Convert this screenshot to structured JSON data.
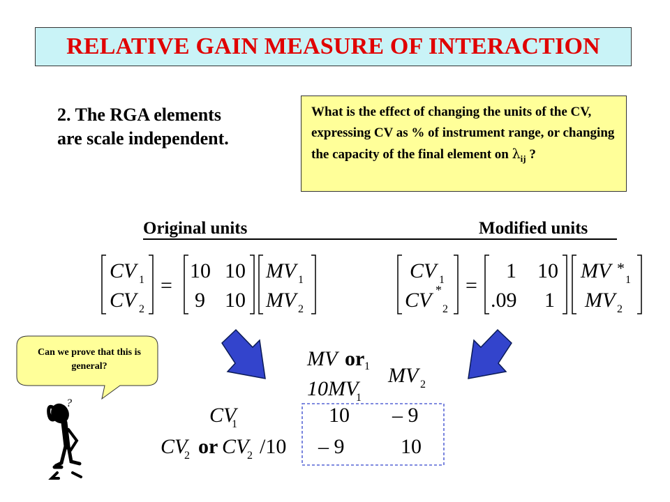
{
  "title": "RELATIVE GAIN MEASURE OF INTERACTION",
  "statement": "2. The RGA elements\nare scale independent.",
  "question": {
    "text": "What is the effect of changing the units of the CV, expressing CV as % of instrument range, or changing the capacity of the final element on",
    "lambda": "λ",
    "subscript": "ij",
    "tail": " ?"
  },
  "headers": {
    "original": "Original units",
    "modified": "Modified units"
  },
  "original_matrix": {
    "lhs": [
      "CV",
      "CV"
    ],
    "lhs_sub": [
      "1",
      "2"
    ],
    "equals": "=",
    "gain": [
      [
        "10",
        "10"
      ],
      [
        "9",
        "10"
      ]
    ],
    "rhs": [
      "MV",
      "MV"
    ],
    "rhs_sub": [
      "1",
      "2"
    ]
  },
  "modified_matrix": {
    "lhs": [
      "CV",
      "CV"
    ],
    "lhs_sub": [
      "1",
      "2"
    ],
    "lhs_star": "*",
    "equals": "=",
    "gain": [
      [
        "1",
        "10"
      ],
      [
        ".09",
        "1"
      ]
    ],
    "rhs": [
      "MV",
      "MV"
    ],
    "rhs_sub": [
      "1",
      "2"
    ],
    "rhs_star": "*"
  },
  "rga": {
    "col1_top": "MV",
    "col1_or": "or",
    "col1_top_sub": "1",
    "col1_bottom": "10MV",
    "col1_bottom_sub": "1",
    "col2": "MV",
    "col2_sub": "2",
    "row1": "CV",
    "row1_sub": "1",
    "row2_a": "CV",
    "row2_a_sub": "2",
    "row2_or": "or",
    "row2_b": "CV",
    "row2_b_sub": "2",
    "row2_b_div": "/10",
    "values": [
      [
        "10",
        "– 9"
      ],
      [
        "– 9",
        "10"
      ]
    ]
  },
  "bubble": {
    "text": "Can we prove that this is general?"
  },
  "figure": {
    "question_mark": "?"
  },
  "colors": {
    "title_bg": "#c9f3f7",
    "title_text": "#e00000",
    "note_bg": "#ffff99",
    "arrow": "#3344cc",
    "rga_border": "#3344cc"
  },
  "icons": [
    "down-right-arrow-icon",
    "down-left-arrow-icon",
    "thinking-stick-figure-icon"
  ]
}
